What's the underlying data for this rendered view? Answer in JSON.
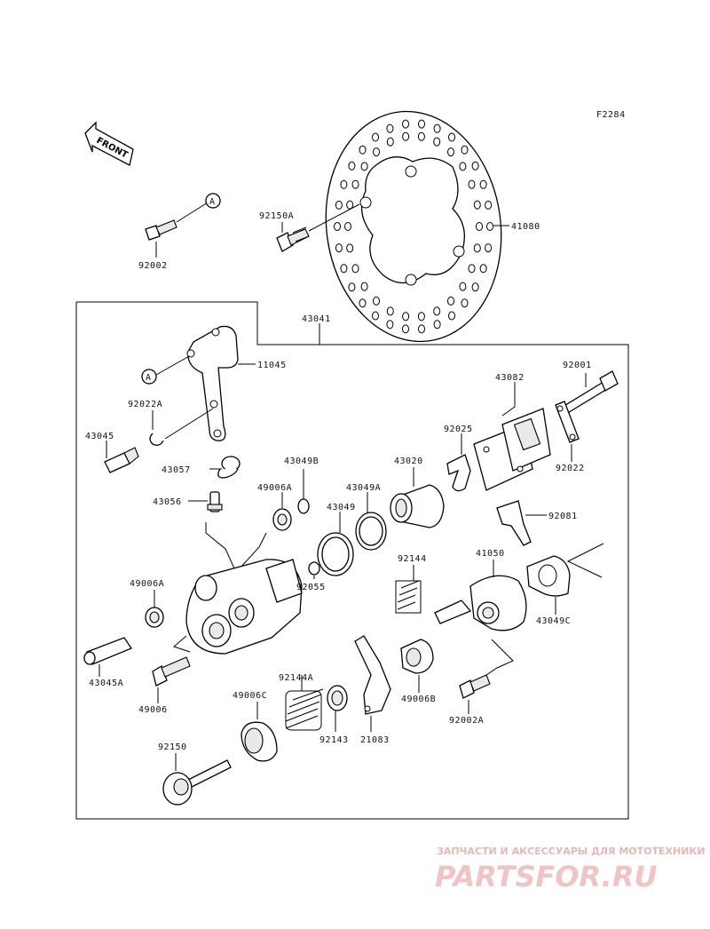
{
  "figure_code": "F2284",
  "front_label": "FRONT",
  "callout_a": "A",
  "parts": {
    "p41080": "41080",
    "p92150A": "92150A",
    "p92002": "92002",
    "p43041": "43041",
    "p11045": "11045",
    "p92022A": "92022A",
    "p43045": "43045",
    "p43057": "43057",
    "p43049B": "43049B",
    "p43056": "43056",
    "p49006A_top": "49006A",
    "p43049": "43049",
    "p43049A": "43049A",
    "p43020": "43020",
    "p92025": "92025",
    "p43082": "43082",
    "p92001": "92001",
    "p92022": "92022",
    "p92081": "92081",
    "p92144": "92144",
    "p41050": "41050",
    "p92055": "92055",
    "p49006A": "49006A",
    "p43049C": "43049C",
    "p45045A": "43045A",
    "p49006": "49006",
    "p92144A": "92144A",
    "p49006C": "49006C",
    "p92143": "92143",
    "p21083": "21083",
    "p49006B": "49006B",
    "p92002A": "92002A",
    "p92150": "92150"
  },
  "watermark": {
    "tagline": "ЗАПЧАСТИ И АКСЕССУАРЫ ДЛЯ МОТОТЕХНИКИ",
    "brand": "PARTSFOR.RU"
  }
}
